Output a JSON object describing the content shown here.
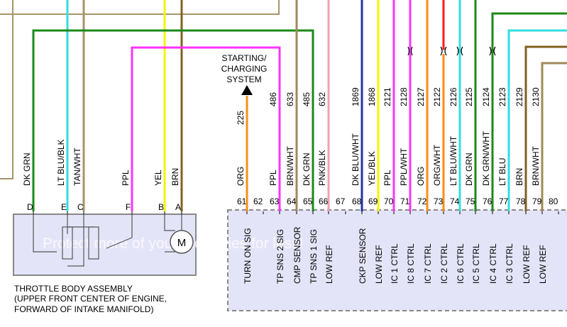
{
  "throttle_body": {
    "title_lines": [
      "THROTTLE BODY ASSEMBLY",
      "(UPPER FRONT CENTER OF ENGINE,",
      "FORWARD OF INTAKE MANIFOLD)"
    ],
    "pins": [
      {
        "pin": "D",
        "color_label": "DK GRN",
        "color": "#1a8a1a"
      },
      {
        "pin": "E",
        "color_label": "LT BLU/BLK",
        "color": "#33dddd"
      },
      {
        "pin": "C",
        "color_label": "TAN/WHT",
        "color": "#a89468"
      },
      {
        "pin": "F",
        "color_label": "PPL",
        "color": "#ff33ff"
      },
      {
        "pin": "B",
        "color_label": "YEL",
        "color": "#f4f400"
      },
      {
        "pin": "A",
        "color_label": "BRN",
        "color": "#806020"
      }
    ],
    "motor_label": "M"
  },
  "starting_charging": {
    "lines": [
      "STARTING/",
      "CHARGING",
      "SYSTEM"
    ]
  },
  "ecm_pins": [
    {
      "pin": "61",
      "circuit": "225",
      "color_label": "ORG",
      "color": "#ff8c1a",
      "function": "TURN ON SIG"
    },
    {
      "pin": "62",
      "circuit": "",
      "color_label": "",
      "color": "",
      "function": ""
    },
    {
      "pin": "63",
      "circuit": "486",
      "color_label": "PPL",
      "color": "#ff33ff",
      "function": "TP SNS 2 SIG"
    },
    {
      "pin": "64",
      "circuit": "633",
      "color_label": "BRN/WHT",
      "color": "#a08858",
      "function": "CMP SENSOR"
    },
    {
      "pin": "65",
      "circuit": "485",
      "color_label": "DK GRN",
      "color": "#1a8a1a",
      "function": "TP SNS 1 SIG"
    },
    {
      "pin": "66",
      "circuit": "632",
      "color_label": "PNK/BLK",
      "color": "#f0a0b0",
      "function": "LOW REF"
    },
    {
      "pin": "67",
      "circuit": "",
      "color_label": "",
      "color": "",
      "function": ""
    },
    {
      "pin": "68",
      "circuit": "1869",
      "color_label": "DK BLU/WHT",
      "color": "#2233aa",
      "function": "CKP SENSOR"
    },
    {
      "pin": "69",
      "circuit": "1868",
      "color_label": "YEL/BLK",
      "color": "#f4f400",
      "function": "LOW REF"
    },
    {
      "pin": "70",
      "circuit": "2121",
      "color_label": "PPL",
      "color": "#ff33ff",
      "function": "IC 1 CTRL"
    },
    {
      "pin": "71",
      "circuit": "2128",
      "color_label": "PPL/WHT",
      "color": "#ff33ff",
      "function": "IC 8 CTRL"
    },
    {
      "pin": "72",
      "circuit": "2127",
      "color_label": "ORG",
      "color": "#ff8c1a",
      "function": "IC 7 CTRL"
    },
    {
      "pin": "73",
      "circuit": "2122",
      "color_label": "ORG/WHT",
      "color": "#ff8c1a",
      "function": "IC 2 CTRL"
    },
    {
      "pin": "74",
      "circuit": "2126",
      "color_label": "LT BLU/WHT",
      "color": "#33dddd",
      "function": "IC 6 CTRL"
    },
    {
      "pin": "75",
      "circuit": "2125",
      "color_label": "DK GRN",
      "color": "#1a8a1a",
      "function": "IC 5 CTRL"
    },
    {
      "pin": "76",
      "circuit": "2124",
      "color_label": "DK GRN/WHT",
      "color": "#1a8a1a",
      "function": "IC 4 CTRL"
    },
    {
      "pin": "77",
      "circuit": "2123",
      "color_label": "LT BLU",
      "color": "#33dddd",
      "function": "IC 3 CTRL"
    },
    {
      "pin": "78",
      "circuit": "2129",
      "color_label": "BRN",
      "color": "#806020",
      "function": "LOW REF"
    },
    {
      "pin": "79",
      "circuit": "2130",
      "color_label": "BRN/WHT",
      "color": "#a08858",
      "function": "LOW REF"
    },
    {
      "pin": "80",
      "circuit": "",
      "color_label": "",
      "color": "",
      "function": ""
    }
  ],
  "watermark": "Protect more of your memories for less!",
  "colors": {
    "ecm_fill": "#e4e4f8",
    "ecm_border": "#888888",
    "throttle_fill": "#e4e4f8",
    "red_wire": "#ff1a1a",
    "tan": "#a89468"
  }
}
